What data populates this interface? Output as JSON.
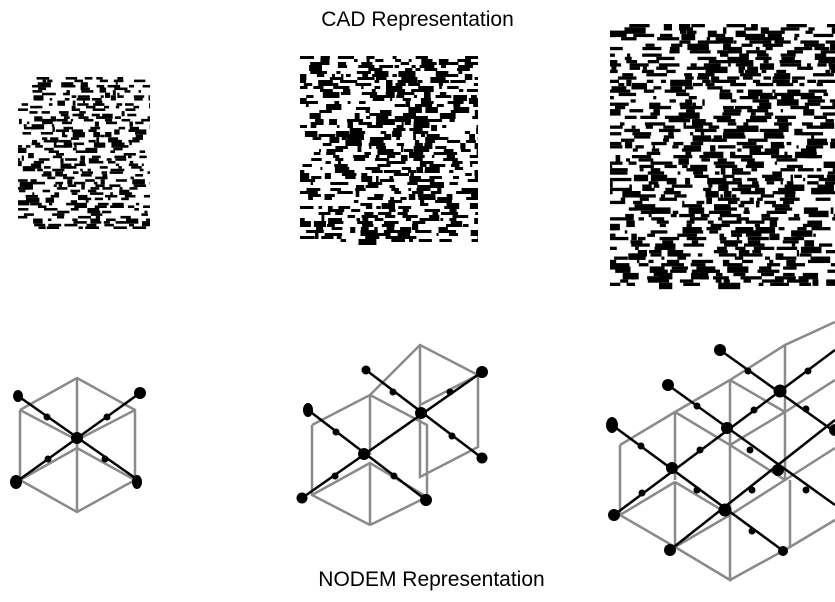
{
  "titles": {
    "top": "CAD Representation",
    "bottom": "NODEM Representation"
  },
  "colors": {
    "ink": "#000000",
    "cube_edges": "#8a8a8a",
    "background": "#ffffff"
  },
  "panels": [
    {
      "name": "cad-matrix-small",
      "kind": "sparse-matrix",
      "size": "small"
    },
    {
      "name": "cad-matrix-medium",
      "kind": "sparse-matrix",
      "size": "medium"
    },
    {
      "name": "cad-matrix-large",
      "kind": "sparse-matrix",
      "size": "large"
    },
    {
      "name": "nodem-lattice-small",
      "kind": "cube-lattice",
      "cubes": 1
    },
    {
      "name": "nodem-lattice-medium",
      "kind": "cube-lattice",
      "cubes": 2
    },
    {
      "name": "nodem-lattice-large",
      "kind": "cube-lattice",
      "cubes": 4
    }
  ]
}
